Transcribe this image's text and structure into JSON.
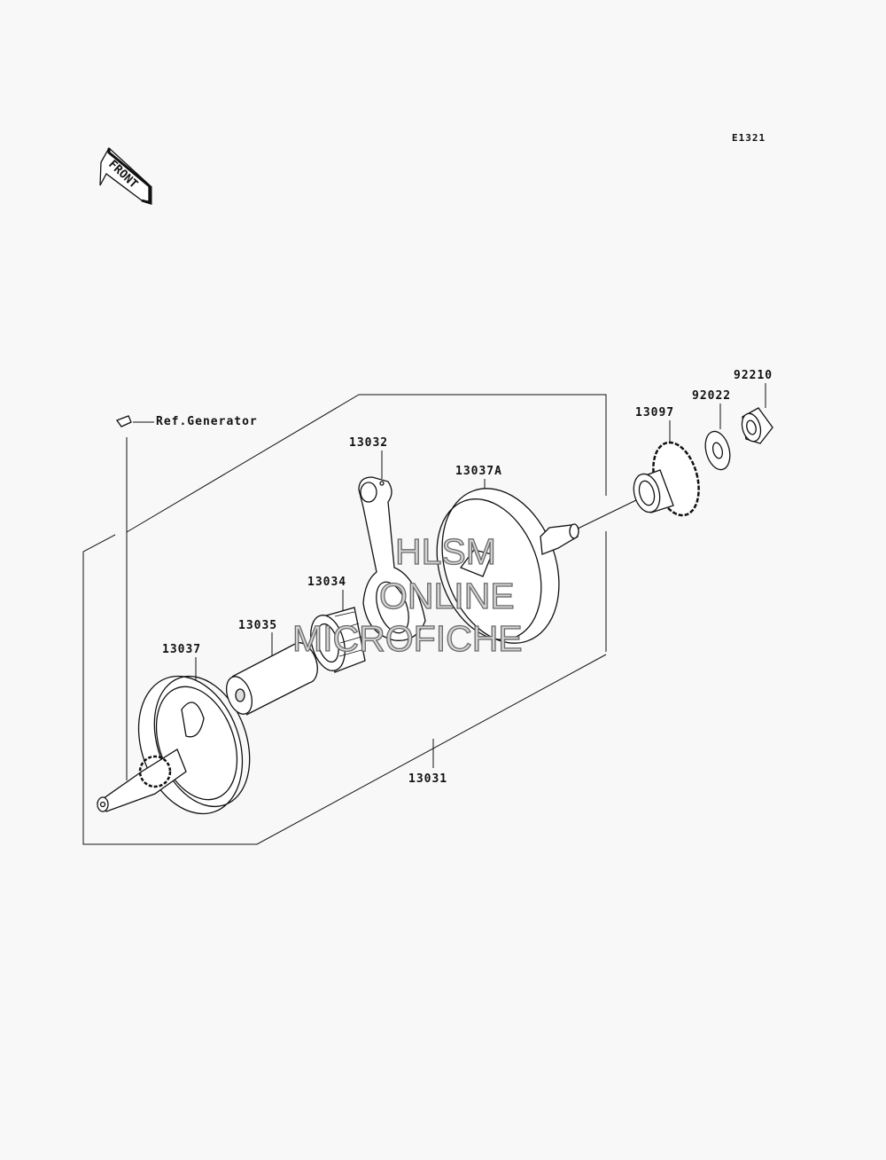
{
  "diagram_id": "E1321",
  "front_arrow_label": "FRONT",
  "reference_label": "Ref.Generator",
  "parts": [
    {
      "number": "13032",
      "name": "connecting-rod"
    },
    {
      "number": "13037A",
      "name": "crank-half-right"
    },
    {
      "number": "13034",
      "name": "needle-bearing"
    },
    {
      "number": "13035",
      "name": "crank-pin"
    },
    {
      "number": "13037",
      "name": "crank-half-left"
    },
    {
      "number": "13031",
      "name": "crankshaft-assembly"
    },
    {
      "number": "13097",
      "name": "gear"
    },
    {
      "number": "92022",
      "name": "washer"
    },
    {
      "number": "92210",
      "name": "nut"
    }
  ],
  "watermark": [
    "HLSM",
    "ONLINE",
    "MICROFICHE"
  ]
}
